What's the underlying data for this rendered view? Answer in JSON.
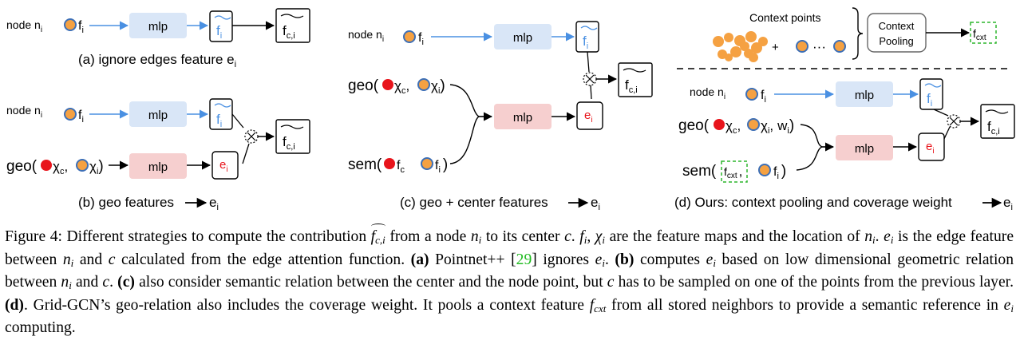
{
  "panels": {
    "a": {
      "node_label": "node n",
      "node_sub": "i",
      "f_label": "f",
      "f_sub": "i",
      "mlp": "mlp",
      "out_f": "f",
      "out_f_sub": "i",
      "out_fc": "f",
      "out_fc_sub": "c,i",
      "caption": "(a)  ignore edges feature e",
      "caption_sub": "i"
    },
    "b": {
      "node_label": "node n",
      "node_sub": "i",
      "f_label": "f",
      "f_sub": "i",
      "mlp_top": "mlp",
      "geo_prefix": "geo(",
      "chi_c": "χ",
      "chi_c_sub": "c",
      "comma": ",",
      "chi_i": "χ",
      "chi_i_sub": "i",
      "geo_suffix": ")",
      "mlp_bottom": "mlp",
      "e": "e",
      "e_sub": "i",
      "out_f": "f",
      "out_f_sub": "i",
      "out_fc": "f",
      "out_fc_sub": "c,i",
      "caption": "(b)  geo features",
      "caption_tail": "e",
      "caption_sub": "i"
    },
    "c": {
      "node_label": "node n",
      "node_sub": "i",
      "f_label": "f",
      "f_sub": "i",
      "mlp_top": "mlp",
      "geo_prefix": "geo(",
      "chi_c": "χ",
      "chi_c_sub": "c",
      "comma": ",",
      "chi_i": "χ",
      "chi_i_sub": "i",
      "geo_suffix": ")",
      "sem_prefix": "sem(",
      "fc": "f",
      "fc_sub": "c",
      "fi": "f",
      "fi_sub": "i",
      "sem_suffix": ")",
      "mlp_mid": "mlp",
      "e": "e",
      "e_sub": "i",
      "out_f": "f",
      "out_f_sub": "i",
      "out_fc": "f",
      "out_fc_sub": "c,i",
      "caption": "(c)  geo + center features",
      "caption_tail": "e",
      "caption_sub": "i"
    },
    "d": {
      "context_points": "Context points",
      "plus": "+",
      "dots": "···",
      "pool_line1": "Context",
      "pool_line2": "Pooling",
      "fcxt": "f",
      "fcxt_sub": "cxt",
      "node_label": "node n",
      "node_sub": "i",
      "f_label": "f",
      "f_sub": "i",
      "mlp_top": "mlp",
      "geo_prefix": "geo(",
      "chi_c": "χ",
      "chi_c_sub": "c",
      "comma": ",",
      "chi_i": "χ",
      "chi_i_sub": "i",
      "w": "w",
      "w_sub": "i",
      "geo_suffix": ")",
      "sem_prefix": "sem(",
      "sem_f": "f",
      "sem_f_sub": "cxt",
      "fi": "f",
      "fi_sub": "i",
      "sem_suffix": ")",
      "mlp_mid": "mlp",
      "e": "e",
      "e_sub": "i",
      "out_f": "f",
      "out_f_sub": "i",
      "out_fc": "f",
      "out_fc_sub": "c,i",
      "caption": "(d)  Ours: context pooling and coverage weight",
      "caption_tail": "e",
      "caption_sub": "i"
    }
  },
  "caption": {
    "t01": "Figure 4: Different strategies to compute the contribution ",
    "m01": "f",
    "m01s": "c,i",
    "t02": " from a node ",
    "m02": "n",
    "m02s": "i",
    "t03": " to its center ",
    "m03": "c",
    "t04": ". ",
    "m04": "f",
    "m04s": "i",
    "t05": ", ",
    "m05": "χ",
    "m05s": "i",
    "t06": " are the feature maps and the location of ",
    "m06": "n",
    "m06s": "i",
    "t07": ". ",
    "m07": "e",
    "m07s": "i",
    "t08": " is the edge feature between ",
    "m08": "n",
    "m08s": "i",
    "t09": " and ",
    "m09": "c",
    "t10": " calculated from the edge attention function. ",
    "b01": "(a)",
    "t11": " Pointnet++ [",
    "cite": "29",
    "t12": "] ignores ",
    "m10": "e",
    "m10s": "i",
    "t13": ". ",
    "b02": "(b)",
    "t14": " computes ",
    "m11": "e",
    "m11s": "i",
    "t15": " based on low dimensional geometric relation between ",
    "m12": "n",
    "m12s": "i",
    "t16": " and ",
    "m13": "c",
    "t17": ". ",
    "b03": "(c)",
    "t18": " also consider semantic relation between the center and the node point, but ",
    "m14": "c",
    "t19": " has to be sampled on one of the points from the previous layer. ",
    "b04": "(d)",
    "t20": ". Grid-GCN’s geo-relation also includes the coverage weight. It pools a context feature ",
    "m15": "f",
    "m15s": "cxt",
    "t21": " from all stored neighbors to provide a semantic reference in ",
    "m16": "e",
    "m16s": "i",
    "t22": " computing."
  },
  "colors": {
    "blue_arrow": "#4a90e2",
    "blue_box": "#d9e6f7",
    "pink_box": "#f6cfcf",
    "orange_dot": "#f5a142",
    "dot_outline": "#3d6fb6",
    "red_dot": "#e8141b",
    "green_dash": "#2db52d",
    "cite_green": "#22bb22"
  }
}
